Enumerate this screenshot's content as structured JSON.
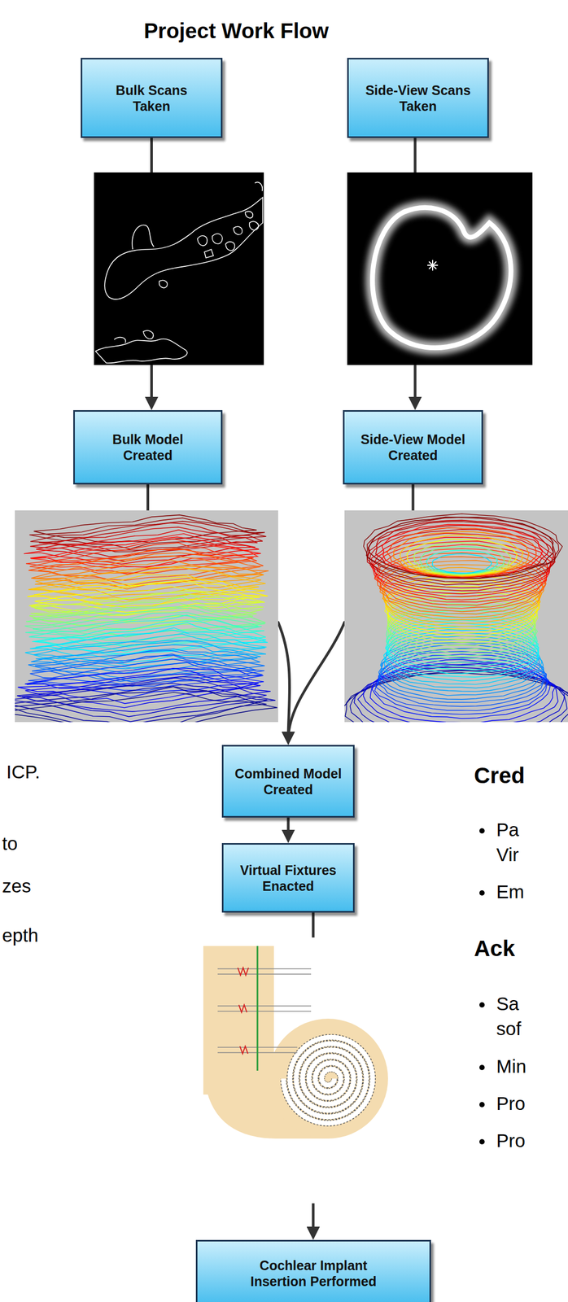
{
  "diagram": {
    "title": "Project Work Flow",
    "nodes": [
      {
        "text": [
          "Bulk Scans Taken"
        ]
      },
      {
        "text": [
          "Side-View Scans Taken"
        ]
      },
      {
        "text": [
          "Bulk Model Created"
        ]
      },
      {
        "text": [
          "Side-View Model Created"
        ]
      },
      {
        "text": [
          "Combined Model Created"
        ]
      },
      {
        "text": [
          "Virtual Fixtures Enacted"
        ]
      },
      {
        "text": [
          "Cochlear Implant Insertion Performed"
        ]
      }
    ],
    "edges": [
      {
        "from": 0,
        "to": 2,
        "arrow": "to"
      },
      {
        "from": 1,
        "to": 3,
        "arrow": "to"
      },
      {
        "from": 2,
        "to": 4,
        "arrow": "to"
      },
      {
        "from": 3,
        "to": 4,
        "arrow": "to"
      },
      {
        "from": 4,
        "to": 5,
        "arrow": "to"
      },
      {
        "from": 5,
        "to": 6,
        "arrow": "to"
      }
    ],
    "labels": [
      "ICP.",
      "to",
      "zes",
      "epth",
      "Cred",
      "Pa",
      "Vir",
      "Em",
      "Ack",
      "Sa",
      "sof",
      "Min",
      "Pro",
      "Pro"
    ]
  }
}
